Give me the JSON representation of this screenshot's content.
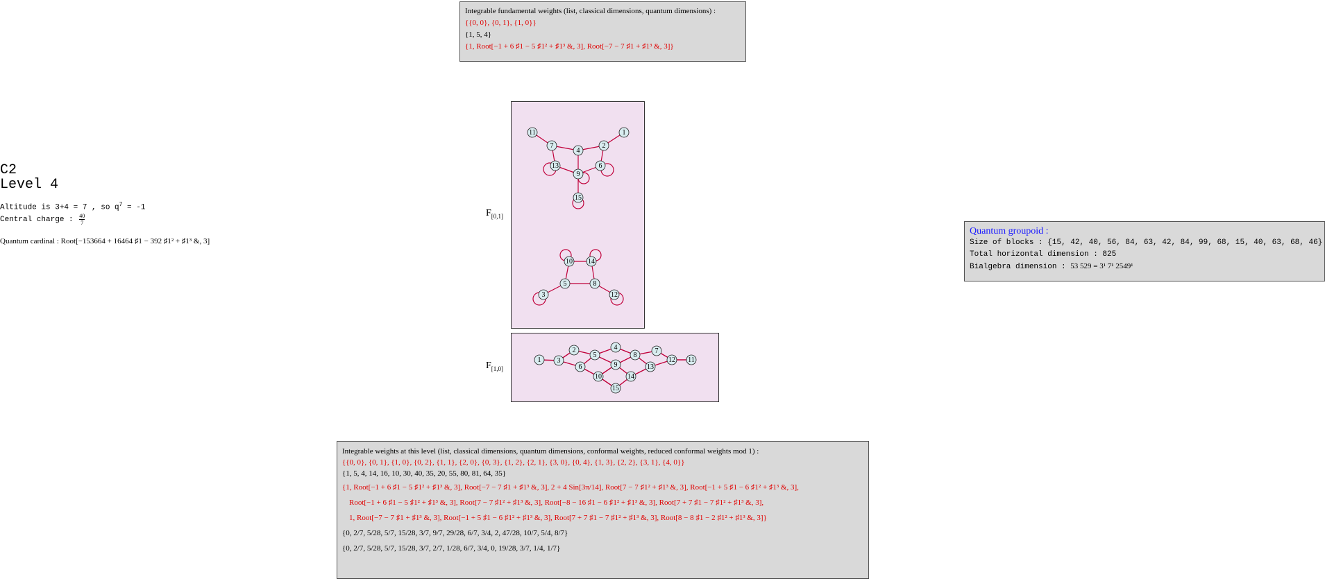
{
  "left": {
    "title": "C2",
    "level": "Level 4",
    "altitude": "Altitude is 3+4 = 7 , so q",
    "altitude_exp": "7",
    "altitude_tail": " = -1",
    "central_charge_label": "Central charge : ",
    "central_charge_num": "40",
    "central_charge_den": "7",
    "quantum_cardinal_label": "Quantum cardinal : ",
    "quantum_cardinal_value": "Root[−153664 + 16464 ♯1 − 392 ♯1² + ♯1³ &, 3]"
  },
  "fundamental_box": {
    "header": "Integrable fundamental weights  (list, classical dimensions, quantum dimensions) :",
    "list": "{{0, 0}, {0, 1}, {1, 0}}",
    "classical": "{1, 5, 4}",
    "quantum": "{1, Root[−1 + 6 ♯1 − 5 ♯1² + ♯1³ &, 3], Root[−7 − 7 ♯1 + ♯1³ &, 3]}"
  },
  "graphs": {
    "f01_label": "F",
    "f01_sub": "[0,1]",
    "f10_label": "F",
    "f10_sub": "[1,0]",
    "f01_nodes_a": [
      "11",
      "1",
      "7",
      "4",
      "2",
      "13",
      "6",
      "9",
      "15"
    ],
    "f01_nodes_b": [
      "10",
      "14",
      "5",
      "8",
      "3",
      "12"
    ],
    "f10_nodes": [
      "1",
      "3",
      "2",
      "5",
      "6",
      "4",
      "8",
      "9",
      "7",
      "10",
      "13",
      "12",
      "11",
      "14",
      "15"
    ]
  },
  "groupoid_box": {
    "title": "Quantum groupoid :",
    "blocks_label": "Size of blocks : ",
    "blocks": "{15, 42, 40, 56, 84, 63, 42, 84, 99, 68, 15, 40, 63, 68, 46}",
    "horizontal": "Total horizontal dimension : 825",
    "bialgebra_label": "Bialgebra dimension : ",
    "bialgebra": "53 529 = 3¹ 7¹ 2549¹"
  },
  "weights_box": {
    "header": "Integrable weights at this level  (list, classical dimensions, quantum dimensions, conformal weights, reduced conformal weights mod 1) :",
    "list": "{{0, 0}, {0, 1}, {1, 0}, {0, 2}, {1, 1}, {2, 0}, {0, 3}, {1, 2}, {2, 1}, {3, 0}, {0, 4}, {1, 3}, {2, 2}, {3, 1}, {4, 0}}",
    "classical": "{1, 5, 4, 14, 16, 10, 30, 40, 35, 20, 55, 80, 81, 64, 35}",
    "quantum_1": "{1, Root[−1 + 6 ♯1 − 5 ♯1² + ♯1³ &, 3], Root[−7 − 7 ♯1 + ♯1³ &, 3], 2 + 4 Sin[3π/14], Root[7 − 7 ♯1² + ♯1³ &, 3], Root[−1 + 5 ♯1 − 6 ♯1² + ♯1³ &, 3],",
    "quantum_2": "Root[−1 + 6 ♯1 − 5 ♯1² + ♯1³ &, 3], Root[7 − 7 ♯1² + ♯1³ &, 3], Root[−8 − 16 ♯1 − 6 ♯1² + ♯1³ &, 3], Root[7 + 7 ♯1 − 7 ♯1² + ♯1³ &, 3],",
    "quantum_3": "1, Root[−7 − 7 ♯1 + ♯1³ &, 3], Root[−1 + 5 ♯1 − 6 ♯1² + ♯1³ &, 3], Root[7 + 7 ♯1 − 7 ♯1² + ♯1³ &, 3], Root[8 − 8 ♯1 − 2 ♯1² + ♯1³ &, 3]}",
    "conformal": "{0, 2/7, 5/28, 5/7, 15/28, 3/7, 9/7, 29/28, 6/7, 3/4, 2, 47/28, 10/7, 5/4, 8/7}",
    "reduced": "{0, 2/7, 5/28, 5/7, 15/28, 3/7, 2/7, 1/28, 6/7, 3/4, 0, 19/28, 3/7, 1/4, 1/7}"
  },
  "colors": {
    "red": "#e00000",
    "blue": "#1a1aff",
    "box_bg": "#d9d9d9",
    "graph_bg": "#f1e0f0"
  }
}
